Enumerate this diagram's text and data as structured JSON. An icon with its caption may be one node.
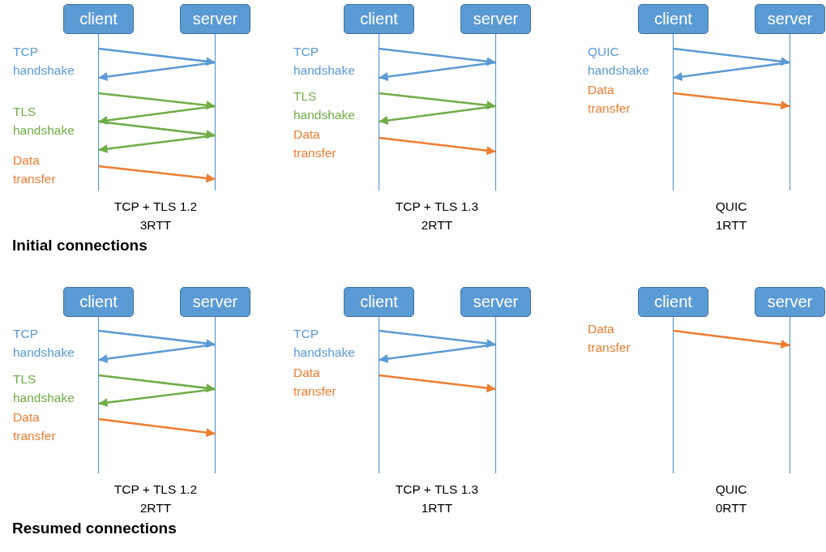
{
  "diagram": {
    "nodes": [
      {
        "text": [
          "client"
        ]
      },
      {
        "text": [
          "server"
        ]
      },
      {
        "text": [
          "client"
        ]
      },
      {
        "text": [
          "server"
        ]
      },
      {
        "text": [
          "client"
        ]
      },
      {
        "text": [
          "server"
        ]
      },
      {
        "text": [
          "client"
        ]
      },
      {
        "text": [
          "server"
        ]
      },
      {
        "text": [
          "client"
        ]
      },
      {
        "text": [
          "server"
        ]
      },
      {
        "text": [
          "client"
        ]
      },
      {
        "text": [
          "server"
        ]
      }
    ],
    "edges": [
      {
        "from": 0,
        "to": 1,
        "arrow": "to",
        "color": "#5b9bd5"
      },
      {
        "from": 1,
        "to": 0,
        "arrow": "to",
        "color": "#5b9bd5"
      },
      {
        "from": 0,
        "to": 1,
        "arrow": "to",
        "color": "#70ad47"
      },
      {
        "from": 1,
        "to": 0,
        "arrow": "to",
        "color": "#70ad47"
      },
      {
        "from": 0,
        "to": 1,
        "arrow": "to",
        "color": "#70ad47"
      },
      {
        "from": 1,
        "to": 0,
        "arrow": "to",
        "color": "#70ad47"
      },
      {
        "from": 0,
        "to": 1,
        "arrow": "to",
        "color": "#ed7d31"
      },
      {
        "from": 2,
        "to": 3,
        "arrow": "to",
        "color": "#5b9bd5"
      },
      {
        "from": 3,
        "to": 2,
        "arrow": "to",
        "color": "#5b9bd5"
      },
      {
        "from": 2,
        "to": 3,
        "arrow": "to",
        "color": "#70ad47"
      },
      {
        "from": 3,
        "to": 2,
        "arrow": "to",
        "color": "#70ad47"
      },
      {
        "from": 2,
        "to": 3,
        "arrow": "to",
        "color": "#ed7d31"
      },
      {
        "from": 4,
        "to": 5,
        "arrow": "to",
        "color": "#5b9bd5"
      },
      {
        "from": 5,
        "to": 4,
        "arrow": "to",
        "color": "#5b9bd5"
      },
      {
        "from": 4,
        "to": 5,
        "arrow": "to",
        "color": "#ed7d31"
      },
      {
        "from": 6,
        "to": 7,
        "arrow": "to",
        "color": "#5b9bd5"
      },
      {
        "from": 7,
        "to": 6,
        "arrow": "to",
        "color": "#5b9bd5"
      },
      {
        "from": 6,
        "to": 7,
        "arrow": "to",
        "color": "#70ad47"
      },
      {
        "from": 7,
        "to": 6,
        "arrow": "to",
        "color": "#70ad47"
      },
      {
        "from": 6,
        "to": 7,
        "arrow": "to",
        "color": "#ed7d31"
      },
      {
        "from": 8,
        "to": 9,
        "arrow": "to",
        "color": "#5b9bd5"
      },
      {
        "from": 9,
        "to": 8,
        "arrow": "to",
        "color": "#5b9bd5"
      },
      {
        "from": 8,
        "to": 9,
        "arrow": "to",
        "color": "#ed7d31"
      },
      {
        "from": 10,
        "to": 11,
        "arrow": "to",
        "color": "#ed7d31"
      }
    ],
    "labels": [
      "TCP handshake",
      "TLS handshake",
      "Data transfer",
      "TCP + TLS 1.2",
      "3RTT",
      "TCP handshake",
      "TLS handshake",
      "Data transfer",
      "TCP + TLS 1.3",
      "2RTT",
      "QUIC handshake",
      "Data transfer",
      "QUIC",
      "1RTT",
      "Initial connections",
      "TCP handshake",
      "TLS handshake",
      "Data transfer",
      "TCP + TLS 1.2",
      "2RTT",
      "TCP handshake",
      "Data transfer",
      "TCP + TLS 1.3",
      "1RTT",
      "Data transfer",
      "QUIC",
      "0RTT",
      "Resumed connections"
    ]
  }
}
